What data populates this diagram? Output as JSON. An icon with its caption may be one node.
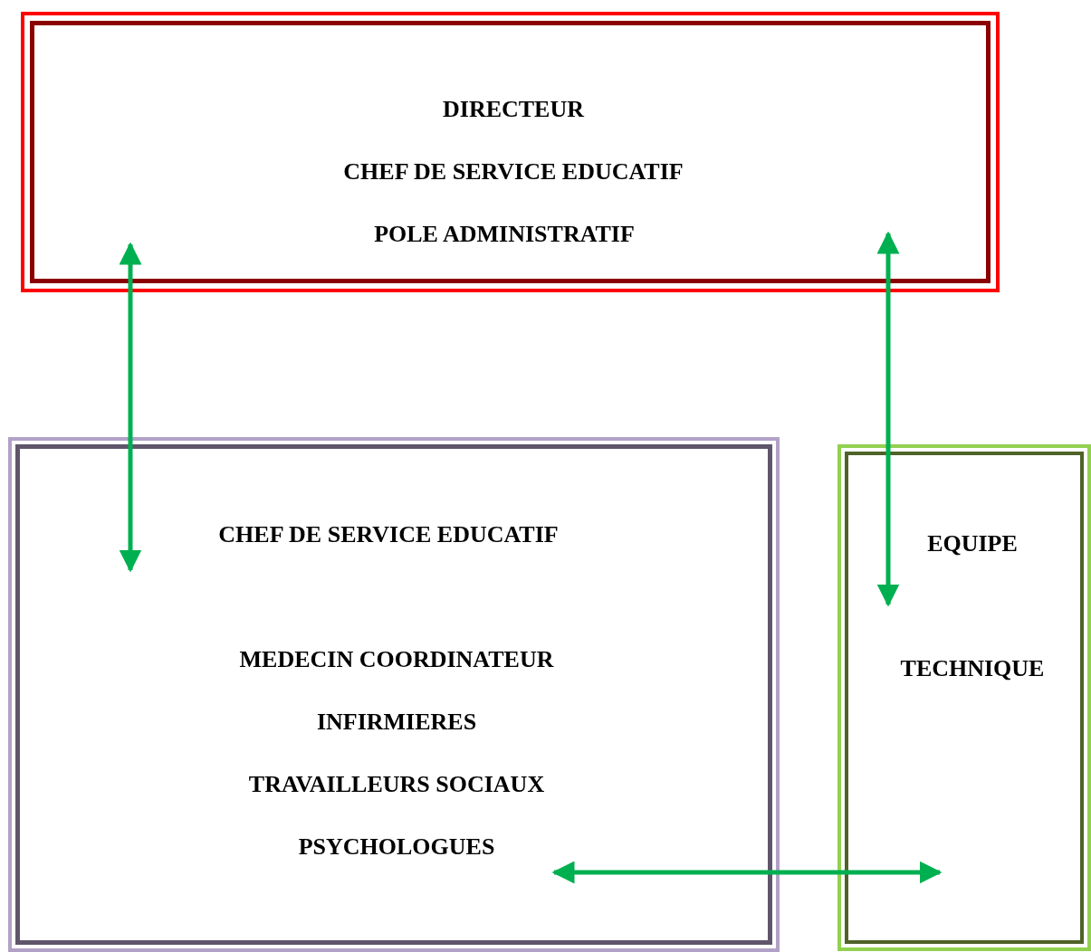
{
  "diagram": {
    "nodes": [
      {
        "text": [
          "DIRECTEUR",
          "CHEF DE SERVICE EDUCATIF",
          "POLE ADMINISTRATIF"
        ]
      },
      {
        "text": [
          "CHEF DE SERVICE EDUCATIF",
          "MEDECIN COORDINATEUR",
          "INFIRMIERES",
          "TRAVAILLEURS SOCIAUX",
          "PSYCHOLOGUES"
        ]
      },
      {
        "text": [
          "EQUIPE",
          "TECHNIQUE"
        ]
      }
    ],
    "edges": [
      {
        "from": 0,
        "to": 1,
        "arrow": "both",
        "color": "#00b050"
      },
      {
        "from": 0,
        "to": 2,
        "arrow": "both",
        "color": "#00b050"
      },
      {
        "from": 1,
        "to": 2,
        "arrow": "both",
        "color": "#00b050"
      }
    ]
  }
}
